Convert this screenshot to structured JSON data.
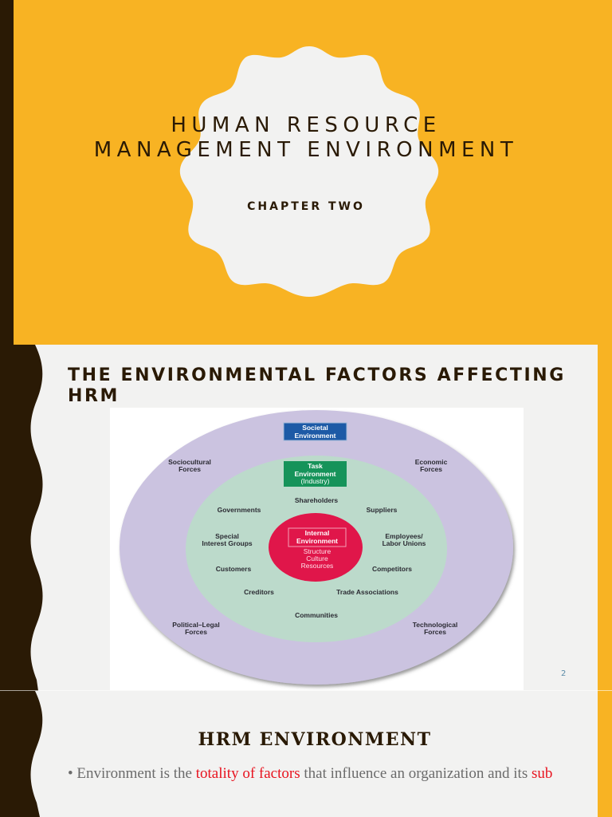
{
  "slides": [
    {
      "title_line1": "HUMAN RESOURCE",
      "title_line2": "MANAGEMENT ENVIRONMENT",
      "subtitle": "CHAPTER TWO"
    },
    {
      "title": "THE ENVIRONMENTAL FACTORS AFFECTING HRM",
      "page_number": "2",
      "diagram": {
        "societal_box": [
          "Societal",
          "Environment"
        ],
        "task_box": [
          "Task",
          "Environment",
          "(Industry)"
        ],
        "internal_box": [
          "Internal",
          "Environment"
        ],
        "internal_items": [
          "Structure",
          "Culture",
          "Resources"
        ],
        "outer_forces": {
          "sociocultural": [
            "Sociocultural",
            "Forces"
          ],
          "economic": [
            "Economic",
            "Forces"
          ],
          "political_legal": [
            "Political–Legal",
            "Forces"
          ],
          "technological": [
            "Technological",
            "Forces"
          ]
        },
        "task_factors": {
          "shareholders": "Shareholders",
          "governments": "Governments",
          "suppliers": "Suppliers",
          "special_interest": [
            "Special",
            "Interest Groups"
          ],
          "employees": [
            "Employees/",
            "Labor Unions"
          ],
          "customers": "Customers",
          "competitors": "Competitors",
          "creditors": "Creditors",
          "trade_associations": "Trade Associations",
          "communities": "Communities"
        },
        "colors": {
          "outer": "#cbc3e0",
          "middle": "#bcdacb",
          "inner": "#e0164a",
          "societal_box": "#1d5aa6",
          "task_box": "#16935a"
        }
      }
    },
    {
      "title": "HRM ENVIRONMENT",
      "bullet": {
        "part1": "Environment is the ",
        "highlight1": "totality of factors",
        "part2": " that influence an organization and its ",
        "highlight2": "sub"
      }
    }
  ],
  "colors": {
    "accent_orange": "#f8b323",
    "dark_brown": "#2a1a05",
    "slide_bg": "#f2f2f1",
    "highlight_red": "#e8131f"
  }
}
